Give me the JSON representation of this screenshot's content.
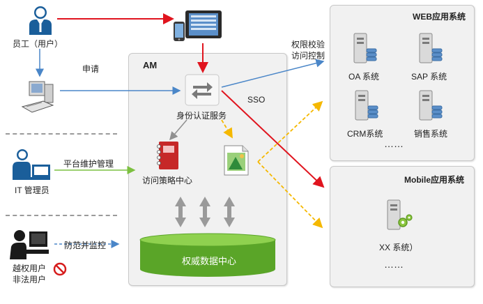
{
  "actors": {
    "employee": "员工（用户）",
    "it_admin": "IT 管理员",
    "unauthorized_line1": "越权用户",
    "unauthorized_line2": "非法用户"
  },
  "edges": {
    "apply": "申请",
    "platform_maintenance": "平台维护管理",
    "prevent_monitor": "防范并监控",
    "sso": "SSO",
    "permission_line1": "权限校验",
    "permission_line2": "访问控制"
  },
  "am": {
    "title": "AM",
    "auth_service": "身份认证服务",
    "policy_center": "访问策略中心",
    "authority_db": "权威数据中心"
  },
  "web_systems": {
    "title": "WEB应用系统",
    "items": [
      "OA 系统",
      "SAP 系统",
      "CRM系统",
      "销售系统"
    ],
    "more": "……"
  },
  "mobile_systems": {
    "title": "Mobile应用系统",
    "item": "XX 系统）",
    "more": "……"
  },
  "colors": {
    "red_arrow": "#e0141e",
    "blue_arrow": "#4a86c8",
    "green_arrow": "#7cc040",
    "orange_dashed": "#f5b800",
    "gray_arrow": "#909090",
    "db_green": "#5aa528",
    "person_blue": "#1a5e9a"
  }
}
